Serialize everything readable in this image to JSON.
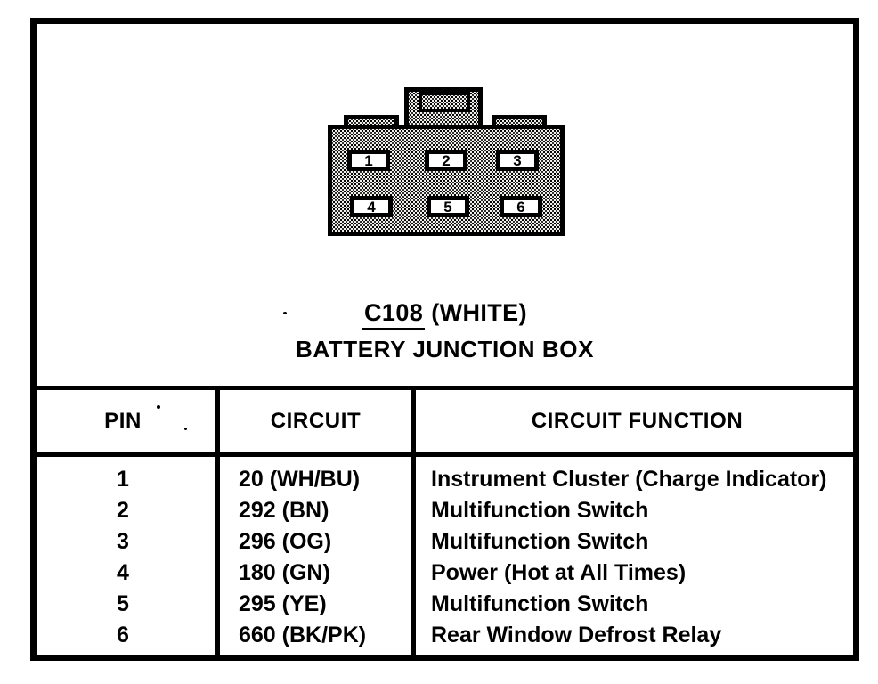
{
  "page": {
    "background": "#ffffff",
    "ink": "#000000"
  },
  "connector": {
    "id": "C108",
    "color_note": "(WHITE)",
    "subtitle": "BATTERY JUNCTION BOX",
    "pins": [
      "1",
      "2",
      "3",
      "4",
      "5",
      "6"
    ]
  },
  "table": {
    "headers": [
      "PIN",
      "CIRCUIT",
      "CIRCUIT FUNCTION"
    ],
    "rows": [
      {
        "pin": "1",
        "circuit": "20 (WH/BU)",
        "function": "Instrument Cluster (Charge Indicator)"
      },
      {
        "pin": "2",
        "circuit": "292 (BN)",
        "function": "Multifunction Switch"
      },
      {
        "pin": "3",
        "circuit": "296 (OG)",
        "function": "Multifunction Switch"
      },
      {
        "pin": "4",
        "circuit": "180 (GN)",
        "function": "Power (Hot at All Times)"
      },
      {
        "pin": "5",
        "circuit": "295 (YE)",
        "function": "Multifunction Switch"
      },
      {
        "pin": "6",
        "circuit": "660 (BK/PK)",
        "function": "Rear Window Defrost Relay"
      }
    ]
  }
}
